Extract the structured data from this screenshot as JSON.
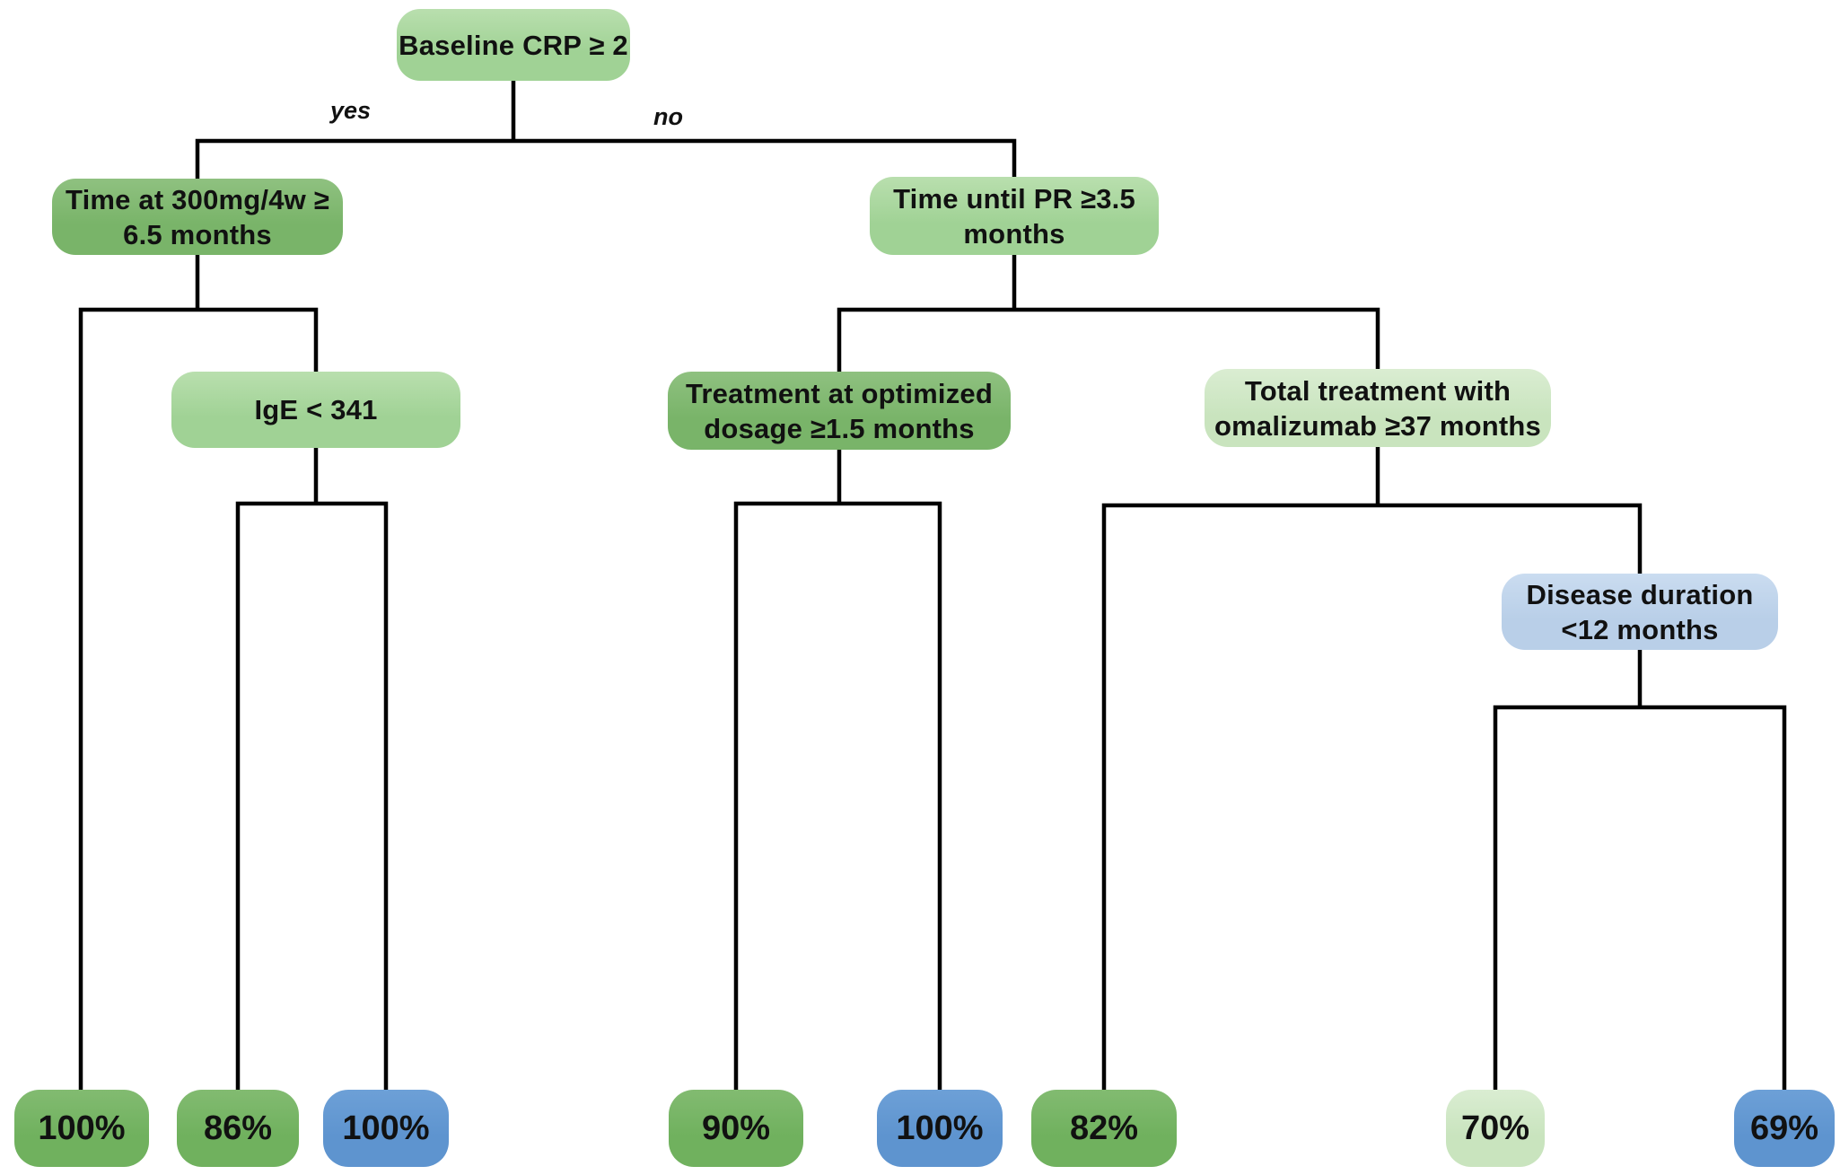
{
  "diagram": {
    "type": "decision-tree",
    "background": "#ffffff",
    "line_color": "#000000",
    "colors": {
      "light_green": "#a0d295",
      "medium_green": "#79b469",
      "pale_green": "#c9e4be",
      "leaf_green": "#70b15e",
      "blue": "#5e94cf",
      "light_blue": "#b9cfe8",
      "text": "#111111"
    },
    "edge_labels": {
      "yes": "yes",
      "no": "no"
    },
    "nodes": {
      "root": {
        "label": "Baseline CRP ≥ 2"
      },
      "time_at_300": {
        "line1": "Time at 300mg/4w ≥",
        "line2": "6.5 months"
      },
      "ige": {
        "label": "IgE < 341"
      },
      "time_until_pr": {
        "line1": "Time until PR ≥3.5",
        "line2": "months"
      },
      "treatment_optimized": {
        "line1": "Treatment at optimized",
        "line2": "dosage ≥1.5 months"
      },
      "total_treatment": {
        "line1": "Total treatment with",
        "line2": "omalizumab ≥37 months"
      },
      "disease_duration": {
        "line1": "Disease duration",
        "line2": "<12 months"
      }
    },
    "leaves": [
      {
        "value": "100%",
        "color": "leaf_green"
      },
      {
        "value": "86%",
        "color": "leaf_green"
      },
      {
        "value": "100%",
        "color": "blue"
      },
      {
        "value": "90%",
        "color": "leaf_green"
      },
      {
        "value": "100%",
        "color": "blue"
      },
      {
        "value": "82%",
        "color": "leaf_green"
      },
      {
        "value": "70%",
        "color": "pale_green"
      },
      {
        "value": "69%",
        "color": "blue"
      }
    ]
  }
}
